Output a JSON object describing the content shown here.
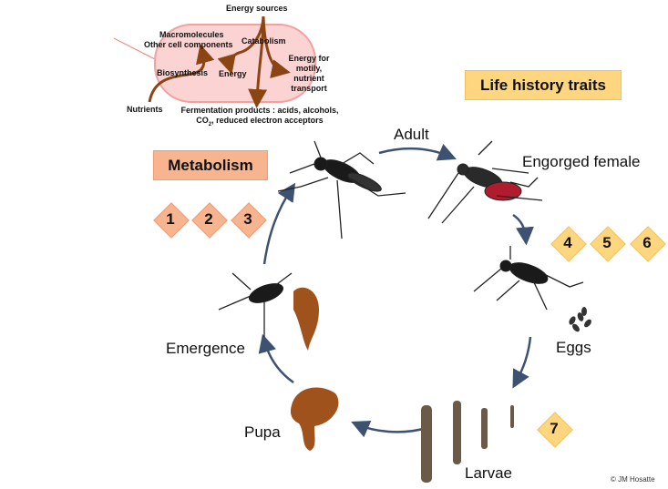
{
  "metabolism_cell": {
    "energy_sources": "Energy sources",
    "macromolecules": "Macromolecules",
    "other_components": "Other cell components",
    "catabolism": "Catabolism",
    "biosynthesis": "Biosynthesis",
    "energy": "Energy",
    "energy_motility": [
      "Energy for",
      "motily,",
      "nutrient",
      "transport"
    ],
    "nutrients": "Nutrients",
    "fermentation_line1": "Fermentation products : acids, alcohols,",
    "fermentation_line2_pre": "CO",
    "fermentation_line2_sub": "2",
    "fermentation_line2_post": ", reduced electron acceptors"
  },
  "metabolism_label": "Metabolism",
  "life_history_label": "Life history traits",
  "metabolism_markers": [
    "1",
    "2",
    "3"
  ],
  "life_history_markers": [
    "4",
    "5",
    "6",
    "7"
  ],
  "stages": {
    "adult": "Adult",
    "engorged": "Engorged female",
    "eggs": "Eggs",
    "larvae": "Larvae",
    "pupa": "Pupa",
    "emergence": "Emergence"
  },
  "credit": "© JM Hosatte",
  "colors": {
    "salmon": "#f7b48f",
    "yellow": "#fdd67f",
    "arrow": "#3d5170",
    "brown": "#8b4513",
    "cell": "#fbd3d3"
  }
}
